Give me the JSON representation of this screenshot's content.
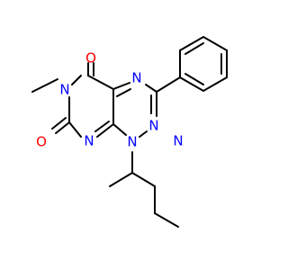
{
  "molecule": {
    "atoms": {
      "o_top": {
        "text": "O",
        "color": "#ff0000"
      },
      "o_bottom": {
        "text": "O",
        "color": "#ff0000"
      },
      "n_methyl": {
        "text": "N",
        "color": "#0000ff"
      },
      "n_ring_top": {
        "text": "N",
        "color": "#0000ff"
      },
      "n_ring_bottom_left": {
        "text": "N",
        "color": "#0000ff"
      },
      "n_triazine_right": {
        "text": "N",
        "color": "#0000ff"
      },
      "n_triazine_bottom": {
        "text": "N",
        "color": "#0000ff"
      },
      "n_pentyl": {
        "text": "N",
        "color": "#0000ff"
      }
    },
    "bond_color": "#000000",
    "background": "#ffffff"
  }
}
